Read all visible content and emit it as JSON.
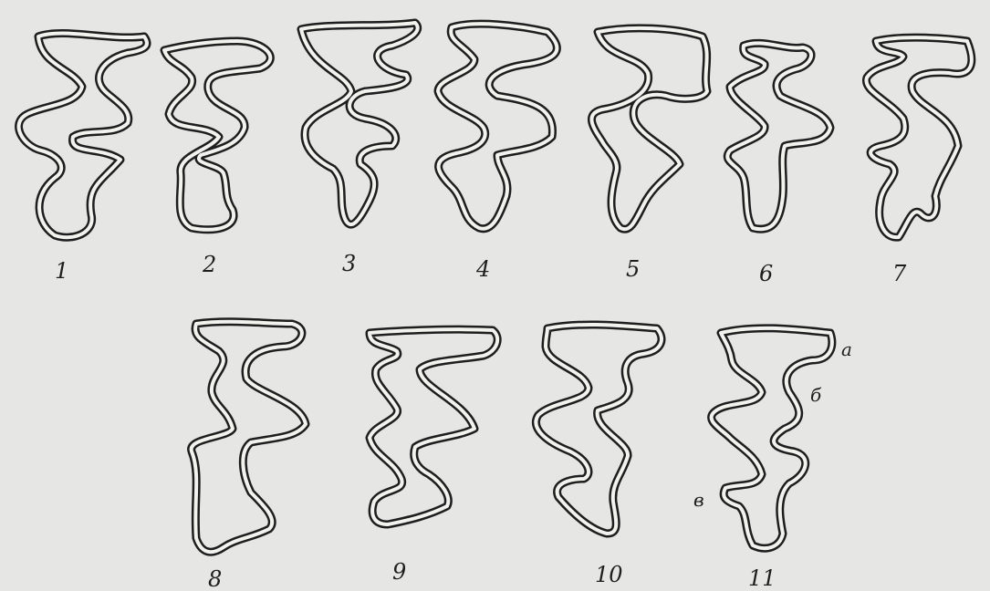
{
  "figure": {
    "background": "#e6e6e4",
    "ink": "#1e1e1e",
    "shapes": [
      {
        "id": "1"
      },
      {
        "id": "2"
      },
      {
        "id": "3"
      },
      {
        "id": "4"
      },
      {
        "id": "5"
      },
      {
        "id": "6"
      },
      {
        "id": "7"
      },
      {
        "id": "8"
      },
      {
        "id": "9"
      },
      {
        "id": "10"
      },
      {
        "id": "11"
      }
    ],
    "labels": [
      "1",
      "2",
      "3",
      "4",
      "5",
      "6",
      "7",
      "8",
      "9",
      "10",
      "11"
    ],
    "annotations": {
      "a": "а",
      "b": "б",
      "v": "в"
    }
  }
}
